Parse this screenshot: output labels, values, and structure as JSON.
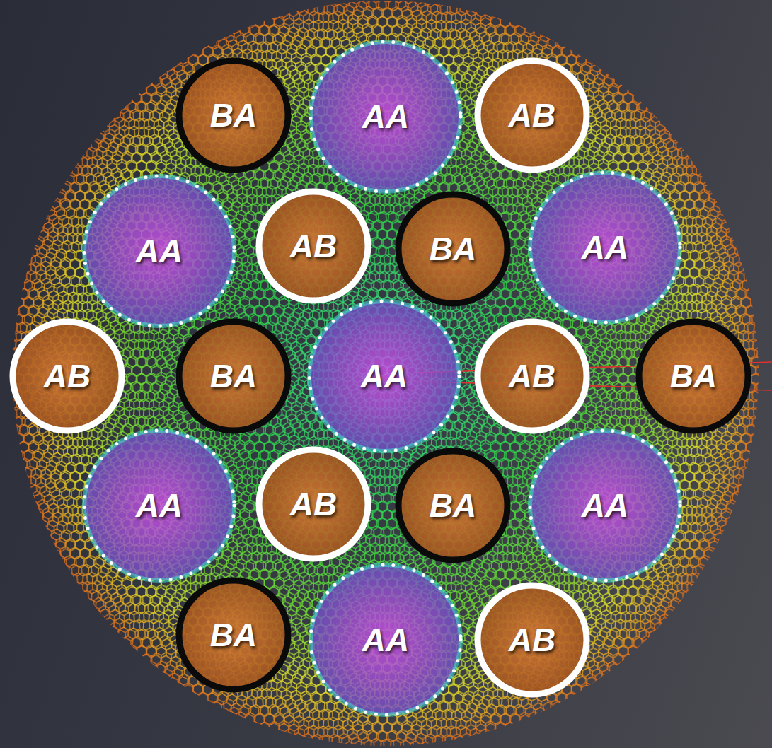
{
  "diagram": {
    "nodes": [
      {
        "text": [
          "BA"
        ]
      },
      {
        "text": [
          "AA"
        ]
      },
      {
        "text": [
          "AB"
        ]
      },
      {
        "text": [
          "AA"
        ]
      },
      {
        "text": [
          "AB"
        ]
      },
      {
        "text": [
          "BA"
        ]
      },
      {
        "text": [
          "AA"
        ]
      },
      {
        "text": [
          "AB"
        ]
      },
      {
        "text": [
          "BA"
        ]
      },
      {
        "text": [
          "AA"
        ]
      },
      {
        "text": [
          "AB"
        ]
      },
      {
        "text": [
          "BA"
        ]
      },
      {
        "text": [
          "AA"
        ]
      },
      {
        "text": [
          "AB"
        ]
      },
      {
        "text": [
          "BA"
        ]
      },
      {
        "text": [
          "AA"
        ]
      },
      {
        "text": [
          "BA"
        ]
      },
      {
        "text": [
          "AA"
        ]
      },
      {
        "text": [
          "AB"
        ]
      }
    ]
  }
}
